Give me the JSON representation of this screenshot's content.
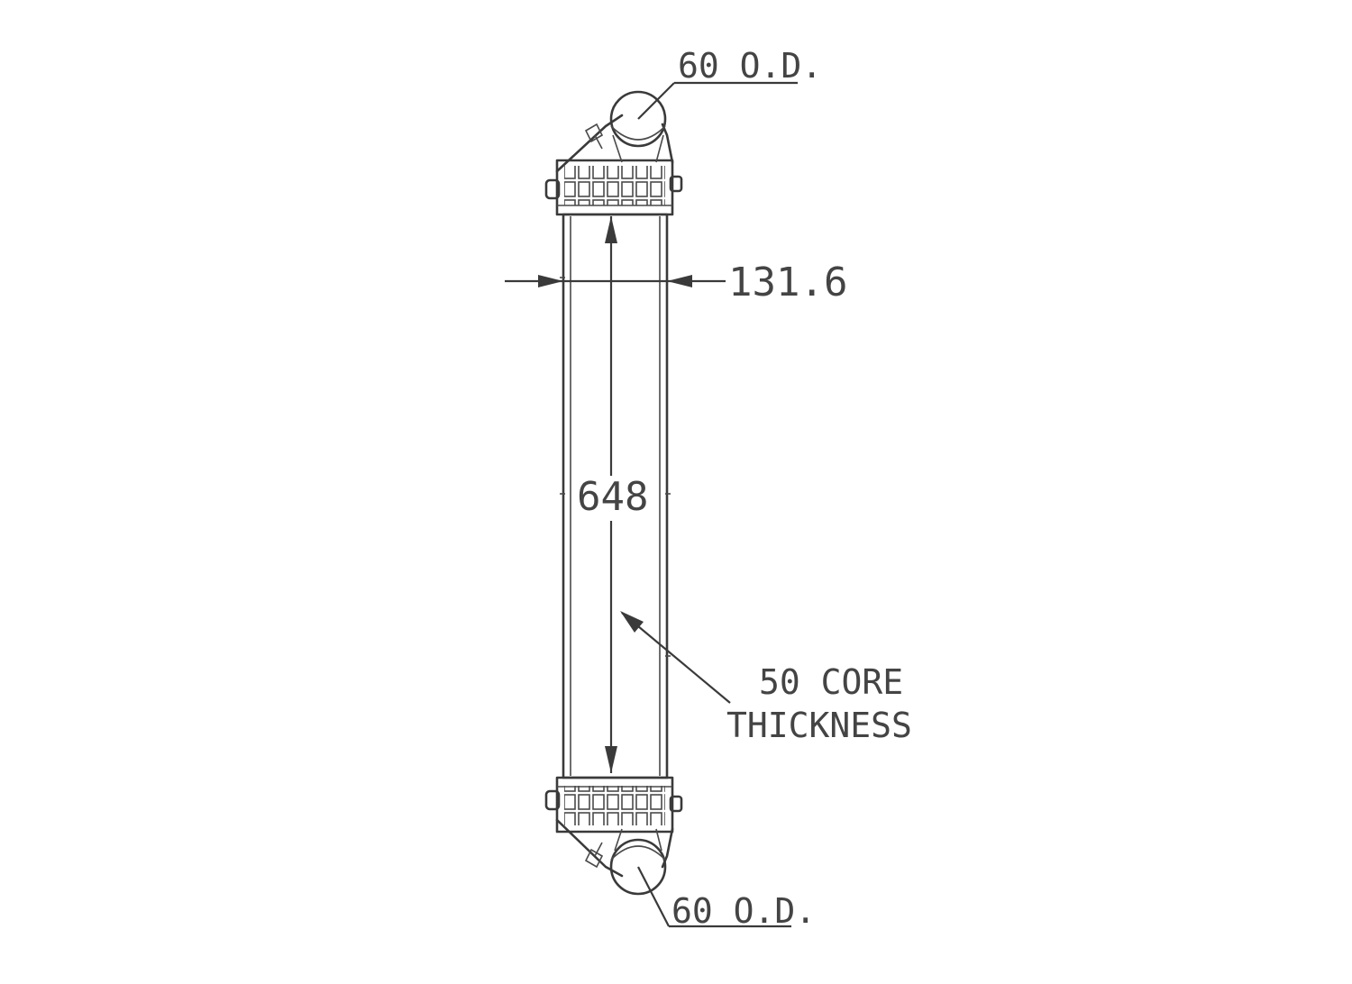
{
  "dimensions": {
    "top_outlet_diameter": "60 O.D.",
    "bottom_outlet_diameter": "60 O.D.",
    "core_width": "131.6",
    "core_height": "648",
    "core_thickness_line1": "50 CORE",
    "core_thickness_line2": "THICKNESS"
  }
}
